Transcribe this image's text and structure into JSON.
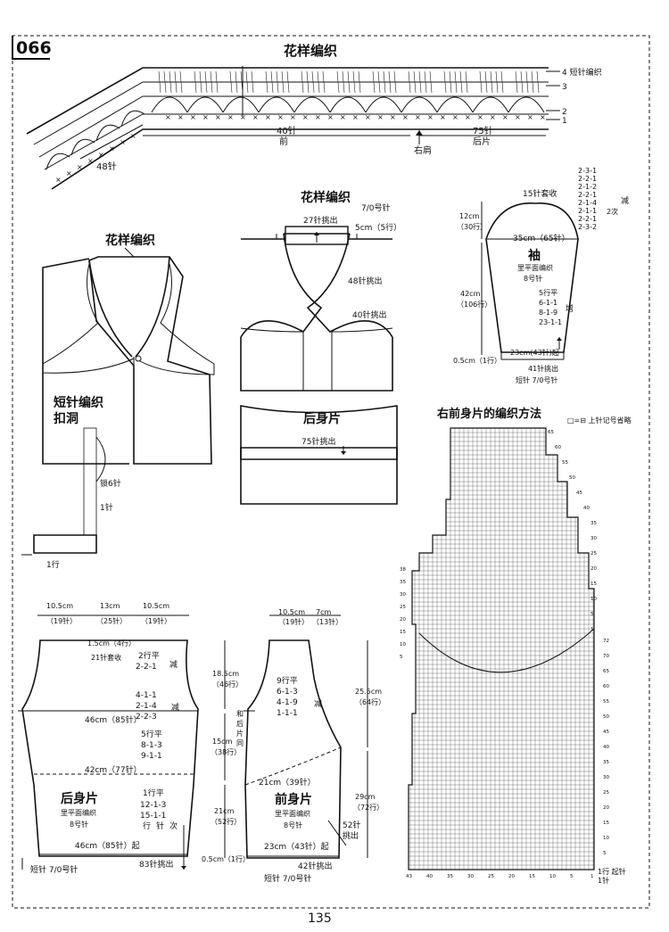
{
  "page": {
    "number": "135",
    "pattern_id": "066"
  },
  "top_chart": {
    "title": "花样编织",
    "legend": [
      "4 短针编织",
      "3",
      "2",
      "1"
    ],
    "stitches_left": "48针",
    "stitches_front": "40针",
    "front_label": "前",
    "shoulder_label": "右肩",
    "stitches_back": "75针",
    "back_label": "后片"
  },
  "vest_front": {
    "title": "花样编织",
    "buttonhole_title": "短针编织",
    "buttonhole_subtitle": "扣洞",
    "chain_label": "锁6针",
    "one_st_label": "1针",
    "row_label": "1行"
  },
  "vest_back": {
    "title": "花样编织",
    "hook": "7/0号针",
    "pickup_27": "27针挑出",
    "five_cm": "5cm（5行）",
    "pickup_48": "48针挑出",
    "pickup_40": "40针挑出",
    "back_label": "后身片",
    "pickup_75": "75针挑出"
  },
  "sleeve": {
    "bindoff": "15针套收",
    "cap_height": "12cm",
    "cap_rows": "（30行）",
    "width": "35cm（65针）",
    "title": "袖",
    "stitch": "里平面编织",
    "needle": "8号针",
    "length": "42cm",
    "length_rows": "（106行）",
    "inc_rows": [
      "5行平",
      "6-1-1",
      "8-1-9",
      "23-1-1"
    ],
    "inc_label": "增",
    "cuff": "0.5cm（1行）",
    "cast_on": "23cm(43针)起",
    "pickup": "41针挑出",
    "edge": "短针  7/0号针",
    "dec_rows": [
      "2-3-1",
      "2-2-1",
      "2-1-2",
      "2-2-1",
      "2-1-4",
      "2-1-1",
      "2-2-1",
      "2-3-2"
    ],
    "dec_label": "减",
    "times_label": "2次"
  },
  "back_body": {
    "top_w1": "10.5cm",
    "top_s1": "（19针）",
    "top_w2": "13cm",
    "top_s2": "（25针）",
    "top_w3": "10.5cm",
    "top_s3": "（19针）",
    "shoulder": "1.5cm（4行）",
    "bindoff": "21针套收",
    "dec1": [
      "2行平",
      "2-2-1"
    ],
    "dec1_label": "减",
    "arm_dec": [
      "4-1-1",
      "2-1-4",
      "2-2-3"
    ],
    "arm_label": "减",
    "chest": "46cm（85针）",
    "waist_rows": [
      "5行平",
      "8-1-3",
      "9-1-1"
    ],
    "waist": "42cm（77针）",
    "title": "后身片",
    "stitch": "里平面编织",
    "needle": "8号针",
    "hem_rows": [
      "1行平",
      "12-1-3",
      "15-1-1"
    ],
    "hem_header": [
      "行",
      "针",
      "次"
    ],
    "cast_on": "46cm（85针）起",
    "edge": "短针  7/0号针",
    "pickup": "83针挑出"
  },
  "front_body": {
    "top_w1": "10.5cm",
    "top_s1": "（19针）",
    "top_w2": "7cm",
    "top_s2": "（13针）",
    "neck_h": "18.5cm",
    "neck_rows": "（46行）",
    "neck_dec": [
      "9行平",
      "6-1-3",
      "4-1-9",
      "1-1-1"
    ],
    "neck_label": "减",
    "same_as_back": [
      "和",
      "后",
      "片",
      "同"
    ],
    "arm_h": "15cm",
    "arm_rows": "（38行）",
    "right_h": "25.5cm",
    "right_rows": "（64行）",
    "waist": "21cm（39针）",
    "title": "前身片",
    "stitch": "里平面编织",
    "needle": "8号针",
    "lower_h": "21cm",
    "lower_rows": "（52行）",
    "hem_h": "29cm",
    "hem_rows": "（72行）",
    "cast_on": "23cm（43针）起",
    "pickup52": "52针",
    "pickup52b": "挑出",
    "cuff": "0.5cm（1行）",
    "pickup42": "42针挑出",
    "edge": "短针  7/0号针"
  },
  "grid_chart": {
    "title": "右前身片的编织方法",
    "legend": "□=⊟  上针记号省略",
    "right_rows": [
      "65",
      "60",
      "55",
      "50",
      "45",
      "40",
      "35",
      "30",
      "25",
      "20",
      "15",
      "10",
      "5",
      "1"
    ],
    "right_rows_lower": [
      "72",
      "70",
      "65",
      "60",
      "55",
      "50",
      "45",
      "40",
      "35",
      "30",
      "25",
      "20",
      "15",
      "10",
      "5"
    ],
    "left_rows": [
      "38",
      "35",
      "30",
      "25",
      "20",
      "15",
      "10",
      "5"
    ],
    "bottom_cols": [
      "43",
      "40",
      "35",
      "30",
      "25",
      "20",
      "15",
      "10",
      "5",
      "1"
    ],
    "start_label": "1行 起针",
    "col_label": "1针"
  }
}
